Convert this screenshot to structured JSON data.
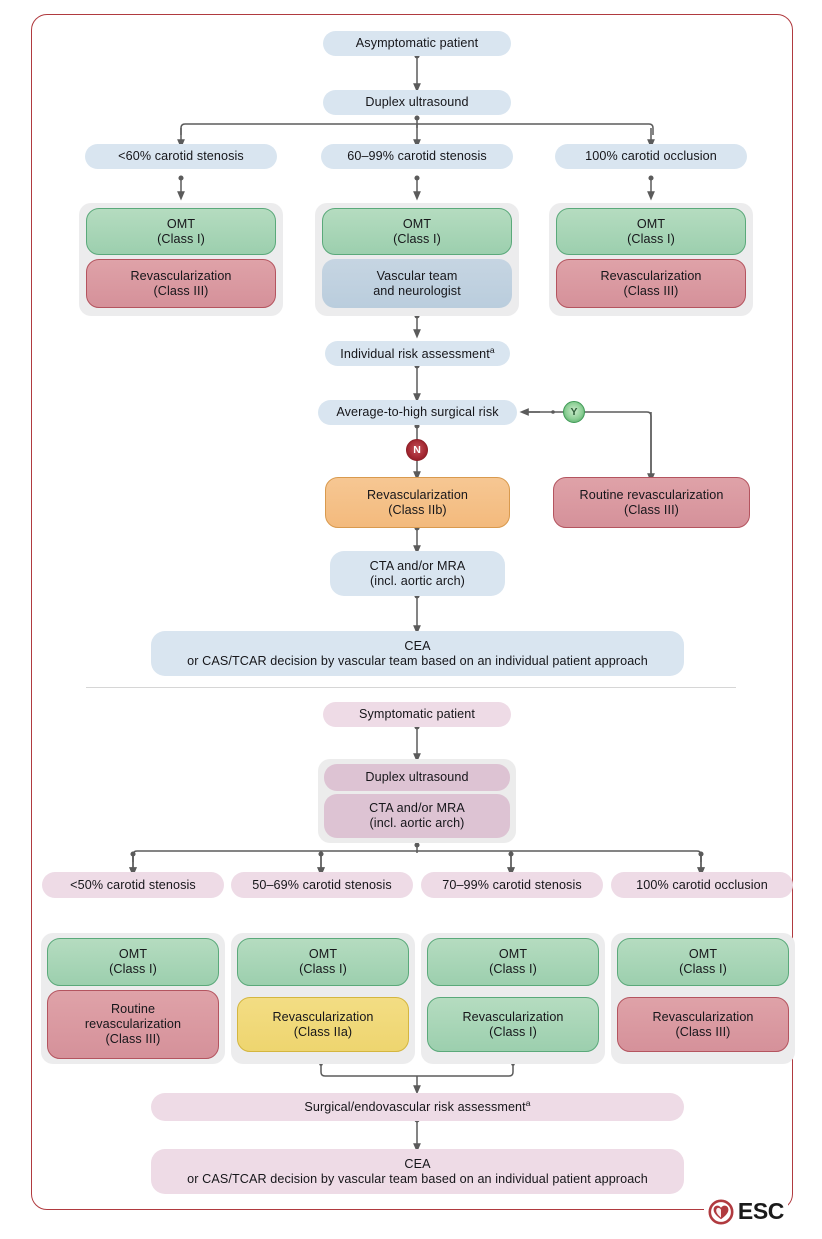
{
  "figure": {
    "logo": {
      "text": "ESC",
      "name": "esc-logo",
      "color": "#b03a3f"
    },
    "border_color": "#b03a3f"
  },
  "asymptomatic": {
    "start": "Asymptomatic patient",
    "test": "Duplex ultrasound",
    "branches": [
      {
        "label": "<60% carotid stenosis"
      },
      {
        "label": "60–99% carotid stenosis"
      },
      {
        "label": "100% carotid occlusion"
      }
    ],
    "col1": {
      "omt_l1": "OMT",
      "omt_l2": "(Class I)",
      "revasc_l1": "Revascularization",
      "revasc_l2": "(Class III)"
    },
    "col2": {
      "omt_l1": "OMT",
      "omt_l2": "(Class I)",
      "team_l1": "Vascular team",
      "team_l2": "and neurologist"
    },
    "col3": {
      "omt_l1": "OMT",
      "omt_l2": "(Class I)",
      "revasc_l1": "Revascularization",
      "revasc_l2": "(Class III)"
    },
    "risk_assessment": "Individual risk assessment",
    "risk_assessment_sup": "a",
    "decision": "Average-to-high surgical risk",
    "yes_label": "Y",
    "no_label": "N",
    "revasc_iib_l1": "Revascularization",
    "revasc_iib_l2": "(Class IIb)",
    "routine_revasc_l1": "Routine revascularization",
    "routine_revasc_l2": "(Class III)",
    "imaging_l1": "CTA and/or MRA",
    "imaging_l2": "(incl. aortic arch)",
    "final_l1": "CEA",
    "final_l2": "or CAS/TCAR decision by vascular team based on an individual patient approach"
  },
  "symptomatic": {
    "start": "Symptomatic patient",
    "tests": {
      "duplex": "Duplex ultrasound",
      "imaging_l1": "CTA and/or MRA",
      "imaging_l2": "(incl. aortic arch)"
    },
    "branches": [
      {
        "label": "<50% carotid stenosis"
      },
      {
        "label": "50–69% carotid stenosis"
      },
      {
        "label": "70–99% carotid stenosis"
      },
      {
        "label": "100% carotid occlusion"
      }
    ],
    "col1": {
      "omt_l1": "OMT",
      "omt_l2": "(Class I)",
      "act_l1": "Routine",
      "act_l2": "revascularization",
      "act_l3": "(Class III)"
    },
    "col2": {
      "omt_l1": "OMT",
      "omt_l2": "(Class I)",
      "act_l1": "Revascularization",
      "act_l2": "(Class IIa)"
    },
    "col3": {
      "omt_l1": "OMT",
      "omt_l2": "(Class I)",
      "act_l1": "Revascularization",
      "act_l2": "(Class I)"
    },
    "col4": {
      "omt_l1": "OMT",
      "omt_l2": "(Class I)",
      "act_l1": "Revascularization",
      "act_l2": "(Class III)"
    },
    "risk_assessment": "Surgical/endovascular risk assessment",
    "risk_assessment_sup": "a",
    "final_l1": "CEA",
    "final_l2": "or CAS/TCAR decision by vascular team based on an individual patient approach"
  },
  "chart_data": {
    "type": "diagram",
    "title": "Management of carotid artery stenosis",
    "sections": [
      "asymptomatic",
      "symptomatic"
    ]
  }
}
